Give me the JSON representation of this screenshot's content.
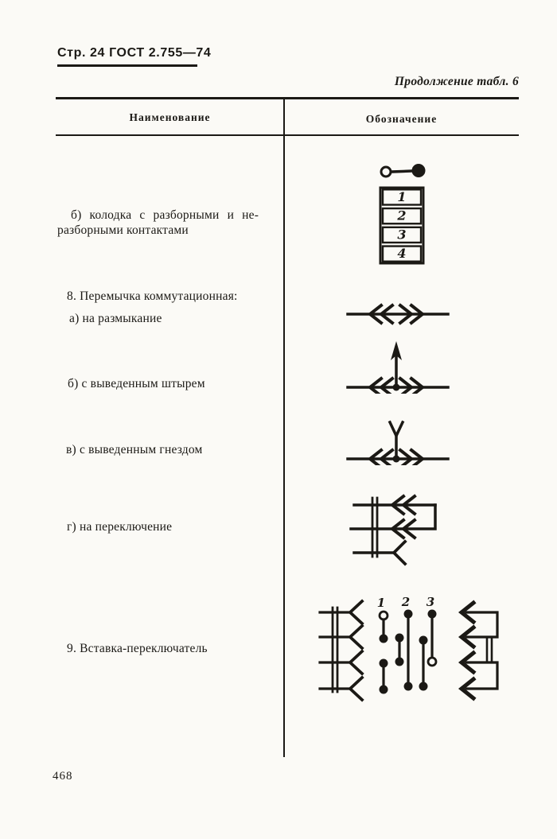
{
  "page": {
    "header_left": "Стр. 24 ГОСТ 2.755—74",
    "continuation": "Продолжение табл. 6",
    "page_number": "468"
  },
  "table": {
    "headers": {
      "name": "Наименование",
      "designation": "Обозначение"
    },
    "rows": [
      {
        "lines": [
          "б) колодка с разборными и не-",
          "разборными контактами"
        ]
      },
      {
        "lines": [
          "8. Перемычка коммутационная:",
          "а) на размыкание"
        ]
      },
      {
        "lines": [
          "б) с выведенным штырем"
        ]
      },
      {
        "lines": [
          "в) с выведенным гнездом"
        ]
      },
      {
        "lines": [
          "г) на переключение"
        ]
      },
      {
        "lines": [
          "9. Вставка-переключатель"
        ]
      }
    ]
  },
  "symbols": {
    "block_contacts": {
      "cells": [
        "1",
        "2",
        "3",
        "4"
      ]
    },
    "insert_switch": {
      "labels": [
        "1",
        "2",
        "3"
      ]
    }
  },
  "colors": {
    "ink": "#1b1915",
    "paper": "#fbfaf6"
  }
}
